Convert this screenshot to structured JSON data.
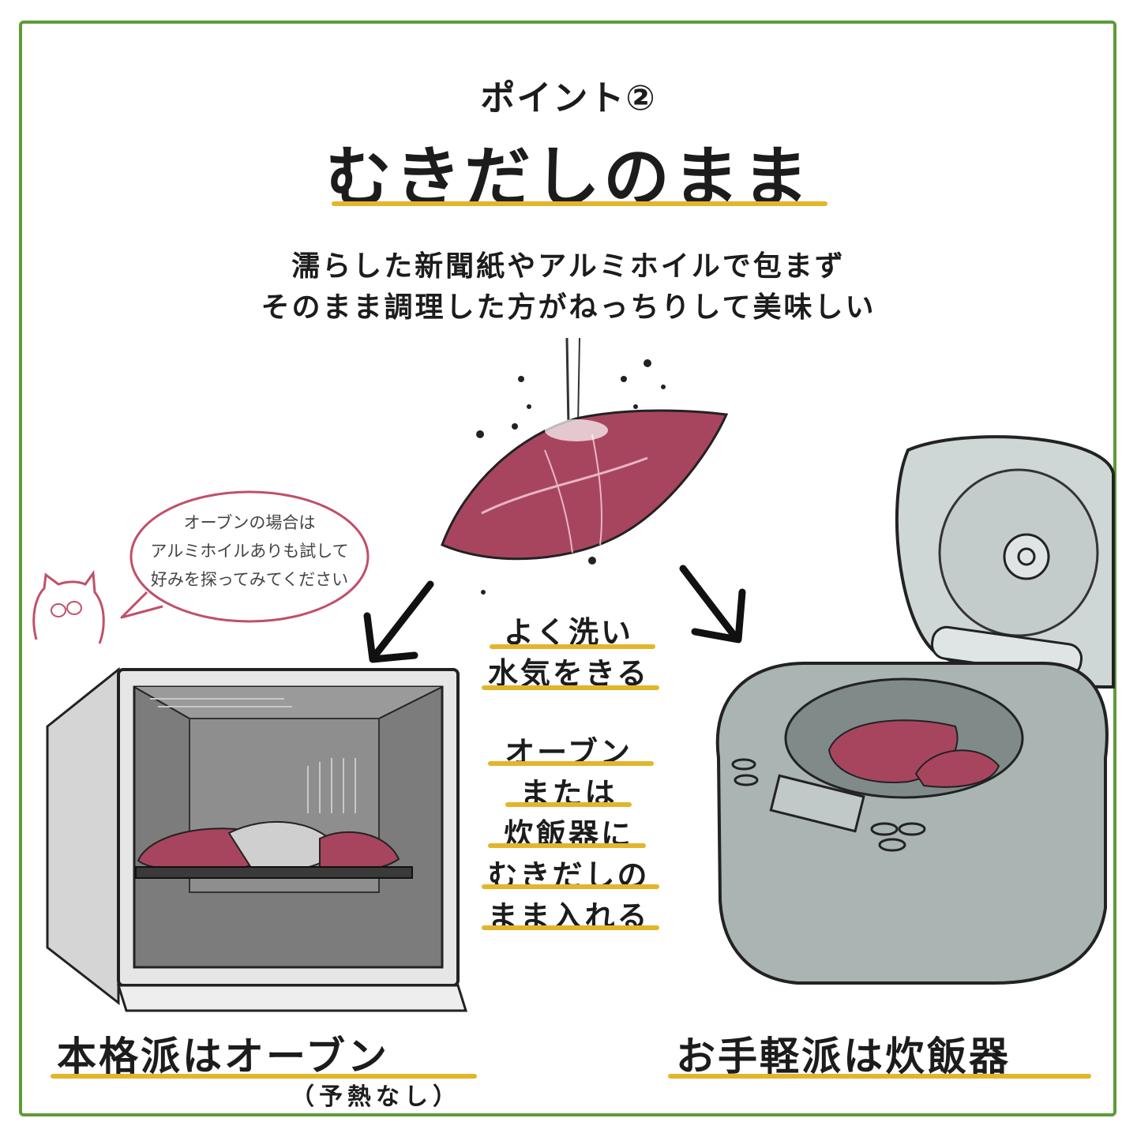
{
  "header": {
    "point_label": "ポイント②",
    "title": "むきだしのまま"
  },
  "description": {
    "line1": "濡らした新聞紙やアルミホイルで包まず",
    "line2": "そのまま調理した方がねっちりして美味しい"
  },
  "steps": {
    "wash": [
      "よく洗い",
      "水気をきる"
    ],
    "cook": [
      "オーブン",
      "または",
      "炊飯器に",
      "むきだしの",
      "まま入れる"
    ]
  },
  "speech_bubble": {
    "lines": [
      "オーブンの場合は",
      "アルミホイルありも試して",
      "好みを探ってみてください"
    ]
  },
  "labels": {
    "oven": "本格派はオーブン",
    "oven_note": "（予熱なし）",
    "rice_cooker": "お手軽派は炊飯器"
  },
  "colors": {
    "frame": "#5e9a3a",
    "underline": "#e2b52b",
    "sweet_potato": "#a8455e",
    "bubble": "#c0506a"
  }
}
